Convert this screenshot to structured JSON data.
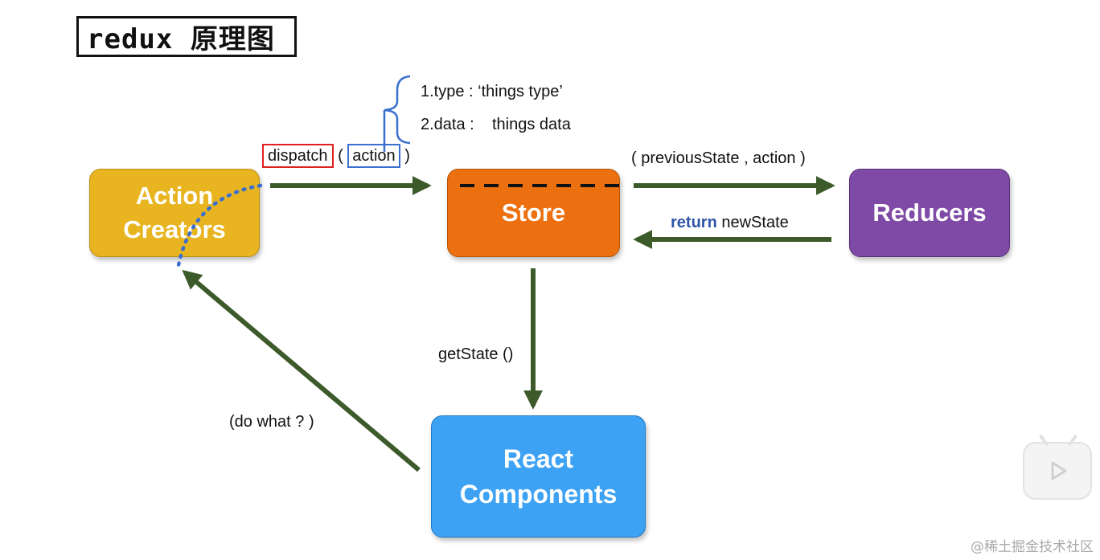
{
  "title": "redux 原理图",
  "nodes": {
    "action_creators": [
      "Action",
      "Creators"
    ],
    "store": "Store",
    "reducers": "Reducers",
    "react_components": [
      "React",
      "Components"
    ]
  },
  "labels": {
    "dispatch": "dispatch",
    "open_paren": "(",
    "action": "action",
    "close_paren": ")",
    "action_type": "1.type : ‘things type’",
    "action_data_key": "2.data :",
    "action_data_value": "things data",
    "previous_state": "( previousState , action )",
    "return_kw": "return",
    "new_state": "newState",
    "get_state": "getState ()",
    "do_what": "(do what ? )"
  },
  "watermark": "@稀土掘金技术社区",
  "colors": {
    "action_creators": "#e8b520",
    "store": "#ec7010",
    "reducers": "#7f4aa6",
    "react_components": "#3ea2f4",
    "arrow": "#3d5a2a",
    "dispatch_box": "#e02020",
    "action_box": "#3a6fd0",
    "dotted_curve": "#3a6fd0"
  },
  "icons": [
    "play-button-icon"
  ]
}
